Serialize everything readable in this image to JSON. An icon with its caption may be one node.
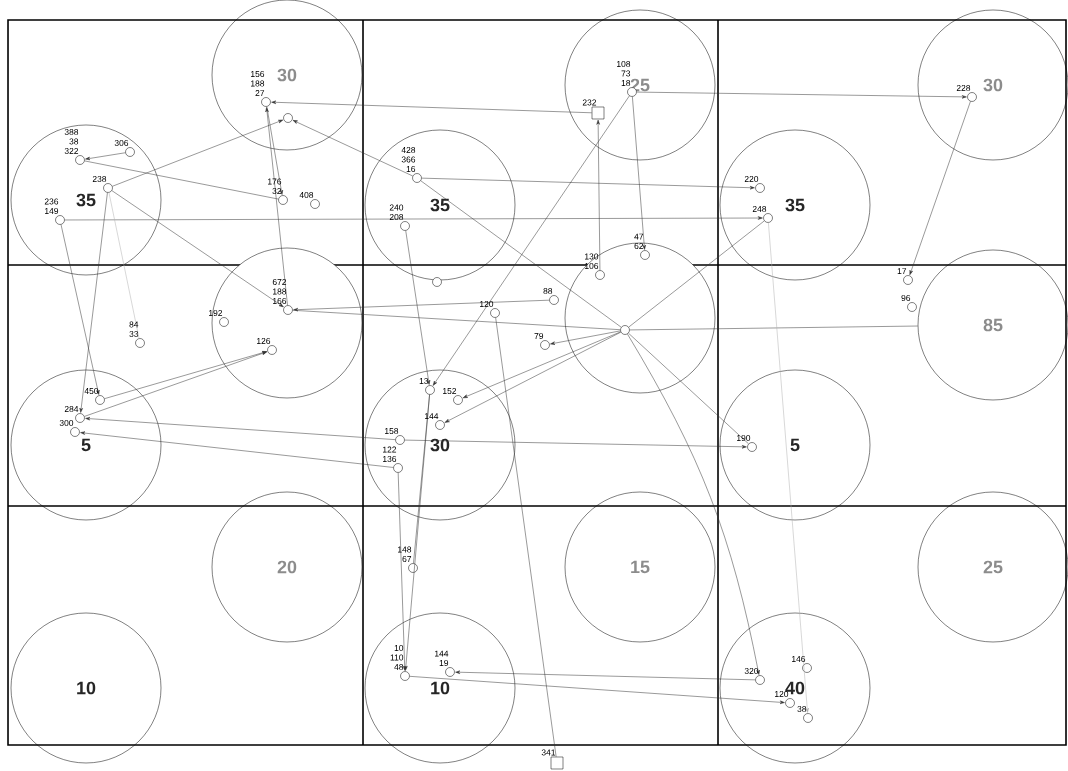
{
  "diagram": {
    "nodes": [
      {
        "text": [
          "30"
        ]
      },
      {
        "text": [
          "25"
        ]
      },
      {
        "text": [
          "30"
        ]
      },
      {
        "text": [
          "35"
        ]
      },
      {
        "text": [
          "35"
        ]
      },
      {
        "text": [
          "35"
        ]
      },
      {
        "text": [],
        "shape": "circle"
      },
      {
        "text": [],
        "shape": "circle"
      },
      {
        "text": [
          "85"
        ]
      },
      {
        "text": [
          "5"
        ]
      },
      {
        "text": [
          "30"
        ]
      },
      {
        "text": [
          "5"
        ]
      },
      {
        "text": [
          "20"
        ]
      },
      {
        "text": [
          "15"
        ]
      },
      {
        "text": [
          "25"
        ]
      },
      {
        "text": [
          "10"
        ]
      },
      {
        "text": [
          "10"
        ]
      },
      {
        "text": [
          "40"
        ]
      },
      {
        "text": [],
        "shape": "circle",
        "beside": [
          "156",
          "188",
          "27"
        ],
        "in": 0
      },
      {
        "text": [],
        "shape": "circle",
        "in": 0
      },
      {
        "text": [],
        "shape": "circle",
        "beside": [
          "306"
        ],
        "in": 3
      },
      {
        "text": [],
        "shape": "circle",
        "beside": [
          "388",
          "38",
          "322"
        ],
        "in": 3
      },
      {
        "text": [],
        "shape": "circle",
        "beside": [
          "238"
        ],
        "in": 3
      },
      {
        "text": [],
        "shape": "circle",
        "beside": [
          "236",
          "149"
        ],
        "in": 3
      },
      {
        "text": [],
        "shape": "circle",
        "beside": [
          "176",
          "32"
        ]
      },
      {
        "text": [],
        "shape": "circle",
        "beside": [
          "408"
        ]
      },
      {
        "text": [],
        "shape": "circle",
        "beside": [
          "428",
          "366",
          "16"
        ],
        "in": 4
      },
      {
        "text": [],
        "shape": "circle",
        "beside": [
          "240",
          "208"
        ],
        "in": 4
      },
      {
        "text": [],
        "shape": "box",
        "beside": [
          "232"
        ],
        "in": 1
      },
      {
        "text": [],
        "shape": "circle",
        "beside": [
          "108",
          "73",
          "18"
        ],
        "in": 1
      },
      {
        "text": [],
        "shape": "circle",
        "beside": [
          "228"
        ],
        "in": 2
      },
      {
        "text": [],
        "shape": "circle",
        "beside": [
          "220"
        ],
        "in": 5
      },
      {
        "text": [],
        "shape": "circle",
        "beside": [
          "248"
        ],
        "in": 5
      },
      {
        "text": [],
        "shape": "circle",
        "beside": [
          "17"
        ]
      },
      {
        "text": [],
        "shape": "circle",
        "beside": [
          "96"
        ]
      },
      {
        "text": [],
        "shape": "circle",
        "beside": [
          "672",
          "188",
          "166"
        ],
        "in": 6
      },
      {
        "text": [],
        "shape": "circle",
        "beside": [
          "192"
        ],
        "in": 6
      },
      {
        "text": [],
        "shape": "circle",
        "beside": [
          "126"
        ],
        "in": 6
      },
      {
        "text": [],
        "shape": "circle",
        "beside": [
          "84",
          "33"
        ]
      },
      {
        "text": [],
        "shape": "circle",
        "beside": [
          "47",
          "62"
        ],
        "in": 7
      },
      {
        "text": [],
        "shape": "circle",
        "beside": [
          "130",
          "106"
        ],
        "in": 7
      },
      {
        "text": [],
        "shape": "circle",
        "beside": [
          "88"
        ]
      },
      {
        "text": [],
        "shape": "circle",
        "in": 7
      },
      {
        "text": [],
        "shape": "circle",
        "beside": [
          "79"
        ]
      },
      {
        "text": [],
        "shape": "circle",
        "beside": [
          "450"
        ],
        "in": 9
      },
      {
        "text": [],
        "shape": "circle",
        "beside": [
          "284"
        ],
        "in": 9
      },
      {
        "text": [],
        "shape": "circle",
        "beside": [
          "300"
        ],
        "in": 9
      },
      {
        "text": [],
        "shape": "circle",
        "beside": [
          "13"
        ],
        "in": 10
      },
      {
        "text": [],
        "shape": "circle",
        "beside": [
          "152"
        ],
        "in": 10
      },
      {
        "text": [],
        "shape": "circle",
        "beside": [
          "144"
        ],
        "in": 10
      },
      {
        "text": [],
        "shape": "circle",
        "beside": [
          "158"
        ],
        "in": 10
      },
      {
        "text": [],
        "shape": "circle",
        "beside": [
          "122",
          "136"
        ],
        "in": 10
      },
      {
        "text": [],
        "shape": "circle",
        "beside": [
          "120"
        ]
      },
      {
        "text": [],
        "shape": "circle"
      },
      {
        "text": [],
        "shape": "circle",
        "beside": [
          "190"
        ],
        "in": 11
      },
      {
        "text": [],
        "shape": "circle",
        "beside": [
          "148",
          "67"
        ]
      },
      {
        "text": [],
        "shape": "circle",
        "beside": [
          "10",
          "110",
          "48"
        ],
        "in": 16
      },
      {
        "text": [],
        "shape": "circle",
        "beside": [
          "144",
          "19"
        ],
        "in": 16
      },
      {
        "text": [],
        "shape": "circle",
        "beside": [
          "146"
        ],
        "in": 17
      },
      {
        "text": [],
        "shape": "circle",
        "beside": [
          "320"
        ],
        "in": 17
      },
      {
        "text": [],
        "shape": "circle",
        "beside": [
          "120"
        ],
        "in": 17
      },
      {
        "text": [],
        "shape": "circle",
        "beside": [
          "38"
        ],
        "in": 17
      },
      {
        "text": [],
        "shape": "box",
        "beside": [
          "341"
        ]
      }
    ],
    "edges": [
      {
        "from": 29,
        "to": 30,
        "arrow": "to"
      },
      {
        "from": 30,
        "to": 33,
        "arrow": "to"
      },
      {
        "from": 8,
        "to": 42,
        "arrow": "none"
      },
      {
        "from": 26,
        "to": 31,
        "arrow": "to"
      },
      {
        "from": 23,
        "to": 32,
        "arrow": "to"
      },
      {
        "from": 32,
        "to": 42,
        "arrow": "none"
      },
      {
        "from": 50,
        "to": 54,
        "arrow": "to"
      },
      {
        "from": 42,
        "to": 54,
        "arrow": "none"
      },
      {
        "from": 42,
        "to": 59,
        "arrow": "to"
      },
      {
        "from": 32,
        "to": 61,
        "arrow": "to",
        "color": "#b0b0b0"
      },
      {
        "from": 56,
        "to": 60,
        "arrow": "to"
      },
      {
        "from": 59,
        "to": 57,
        "arrow": "to"
      },
      {
        "from": 52,
        "to": 62,
        "arrow": "none"
      },
      {
        "from": 29,
        "to": 39,
        "arrow": "to"
      },
      {
        "from": 40,
        "to": 28,
        "arrow": "to"
      },
      {
        "from": 29,
        "to": 47,
        "arrow": "to"
      },
      {
        "from": 35,
        "to": 18,
        "arrow": "to"
      },
      {
        "from": 18,
        "to": 24,
        "arrow": "to"
      },
      {
        "from": 22,
        "to": 19,
        "arrow": "to"
      },
      {
        "from": 26,
        "to": 19,
        "arrow": "to"
      },
      {
        "from": 28,
        "to": 18,
        "arrow": "to"
      },
      {
        "from": 20,
        "to": 21,
        "arrow": "to"
      },
      {
        "from": 24,
        "to": 21,
        "arrow": "none"
      },
      {
        "from": 23,
        "to": 44,
        "arrow": "to"
      },
      {
        "from": 22,
        "to": 45,
        "arrow": "to"
      },
      {
        "from": 22,
        "to": 35,
        "arrow": "to"
      },
      {
        "from": 22,
        "to": 38,
        "arrow": "none",
        "color": "#b0b0b0"
      },
      {
        "from": 41,
        "to": 35,
        "arrow": "to"
      },
      {
        "from": 42,
        "to": 35,
        "arrow": "none"
      },
      {
        "from": 44,
        "to": 37,
        "arrow": "to"
      },
      {
        "from": 45,
        "to": 37,
        "arrow": "to"
      },
      {
        "from": 50,
        "to": 45,
        "arrow": "to"
      },
      {
        "from": 51,
        "to": 46,
        "arrow": "to"
      },
      {
        "from": 47,
        "to": 56,
        "arrow": "to"
      },
      {
        "from": 51,
        "to": 56,
        "arrow": "to"
      },
      {
        "from": 47,
        "to": 55,
        "arrow": "none"
      },
      {
        "from": 42,
        "to": 49,
        "arrow": "to"
      },
      {
        "from": 42,
        "to": 48,
        "arrow": "to"
      },
      {
        "from": 26,
        "to": 42,
        "arrow": "none"
      },
      {
        "from": 27,
        "to": 47,
        "arrow": "to"
      },
      {
        "from": 42,
        "to": 43,
        "arrow": "to"
      }
    ]
  }
}
